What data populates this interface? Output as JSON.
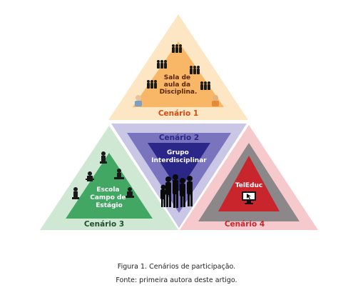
{
  "diagram": {
    "scenario1": {
      "inner_lines": [
        "Sala de",
        "aula da",
        "Disciplina."
      ],
      "label": "Cenário 1",
      "colors": {
        "outer": "#fde6c4",
        "inner": "#f7b766",
        "label": "#d34a12",
        "inner_text": "#5a2500"
      }
    },
    "scenario2": {
      "label": "Cenário 2",
      "inner_lines": [
        "Grupo",
        "Interdisciplinar"
      ],
      "colors": {
        "outer": "#c9c6e6",
        "mid": "#7a74bf",
        "inner": "#2a2788",
        "label": "#2a2788",
        "inner_text": "#ffffff"
      }
    },
    "scenario3": {
      "inner_lines": [
        "Escola",
        "Campo de",
        "Estágio"
      ],
      "label": "Cenário 3",
      "colors": {
        "outer": "#cfe8d3",
        "inner": "#43a764",
        "label": "#1f4f2b",
        "inner_text": "#ffffff"
      }
    },
    "scenario4": {
      "inner_lines": [
        "TelEduc"
      ],
      "label": "Cenário 4",
      "colors": {
        "outer": "#f6c9cc",
        "mid": "#8c8789",
        "inner": "#c8252d",
        "label": "#c8252d",
        "inner_text": "#ffffff"
      }
    }
  },
  "caption": {
    "line1": "Figura 1.  Cenários de participação.",
    "line2": "Fonte: primeira autora deste artigo."
  },
  "icons": [
    "people-group-icon",
    "teacher-icon",
    "student-icon",
    "computer-cursor-icon",
    "silhouette-group-icon"
  ]
}
